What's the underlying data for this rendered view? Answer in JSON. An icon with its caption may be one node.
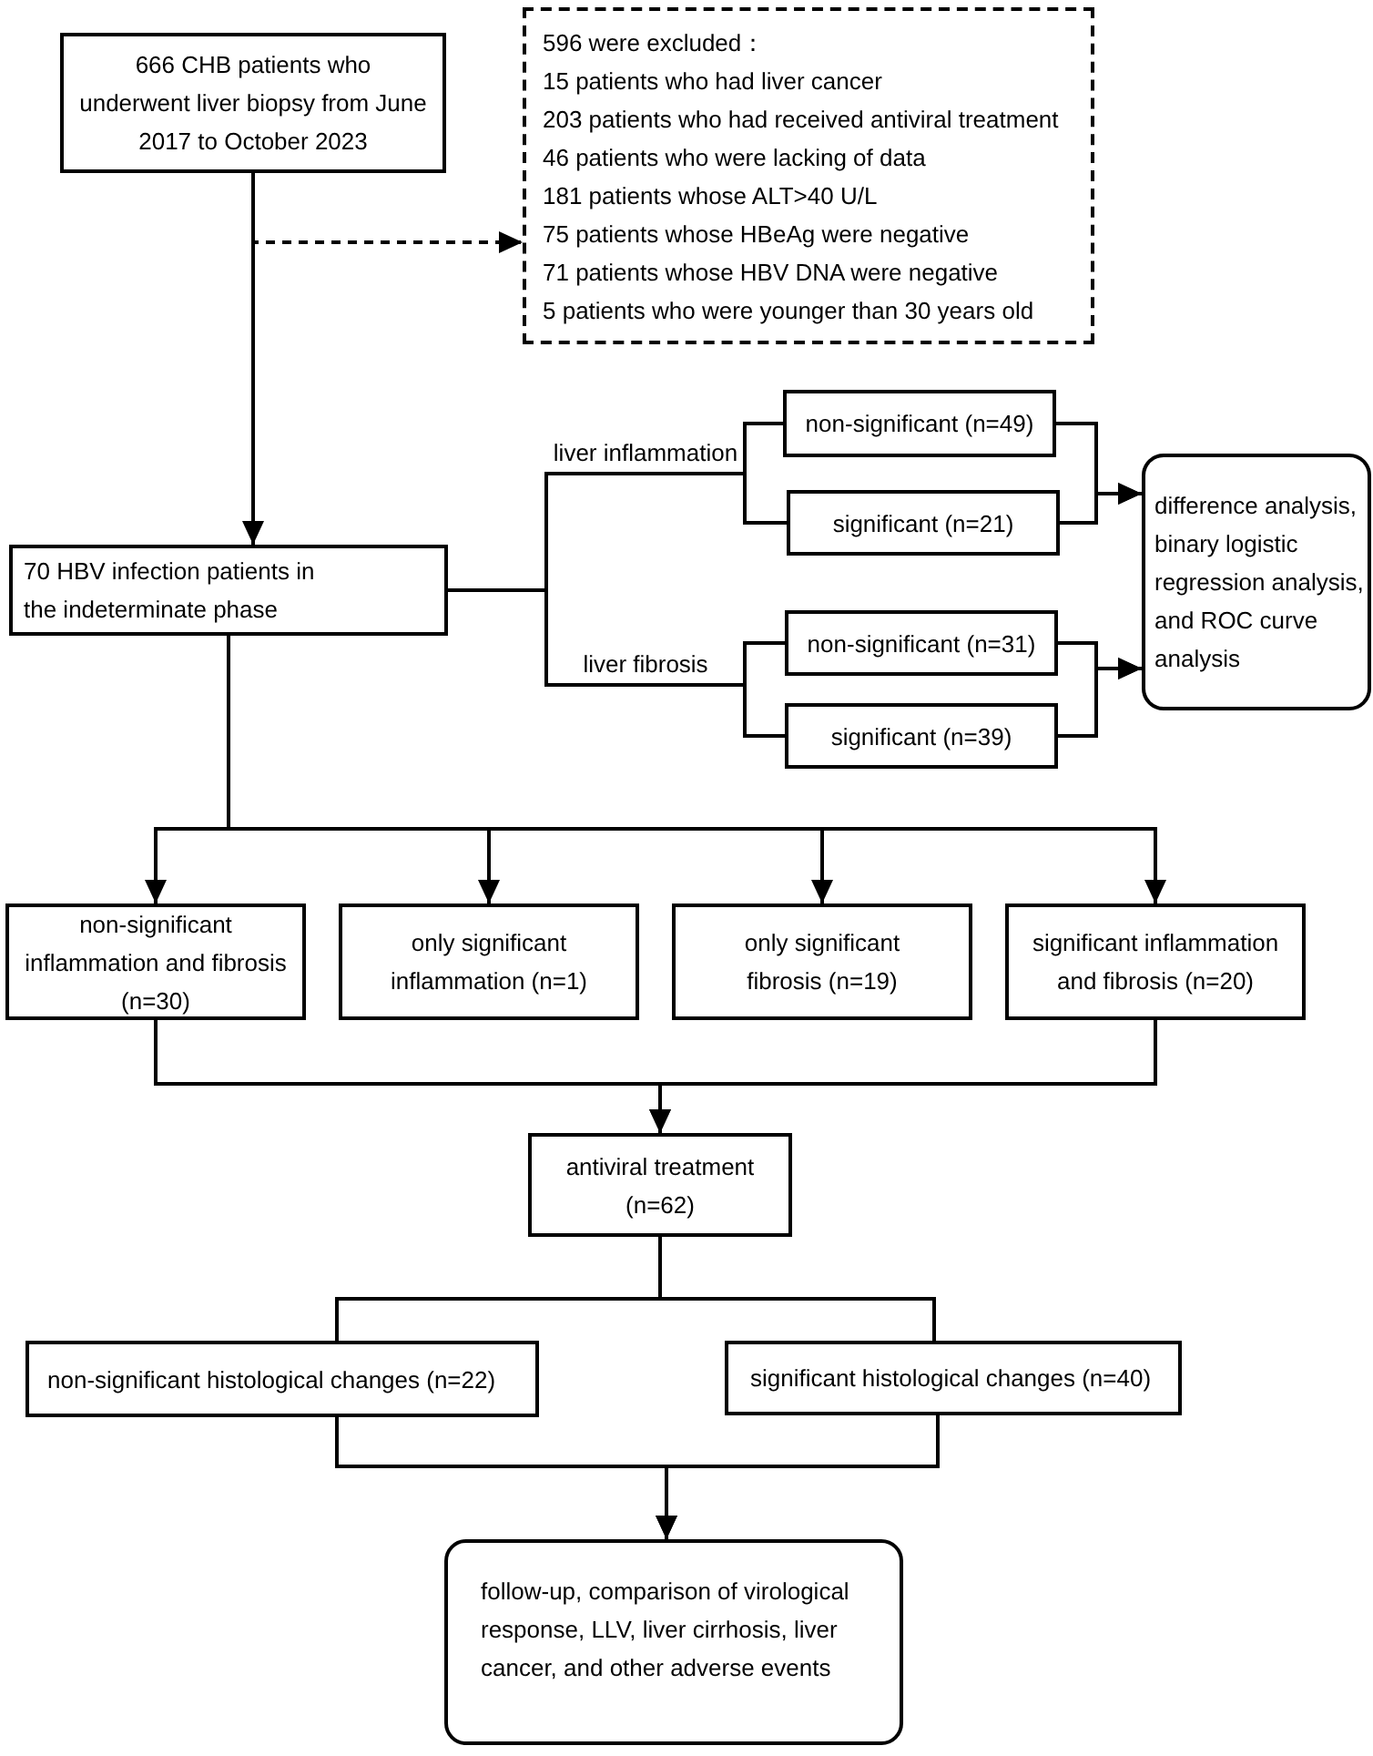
{
  "diagram": {
    "nodes": [
      {
        "text": [
          "666 CHB patients who underwent liver biopsy from June 2017 to October 2023"
        ]
      },
      {
        "text": [
          "596 were excluded：",
          "15 patients who had liver cancer",
          "203 patients who had received antiviral treatment",
          "46 patients who were lacking of data",
          "181 patients whose ALT>40 U/L",
          "75 patients whose HBeAg were negative",
          "71 patients whose HBV DNA were negative",
          "5 patients who were younger than 30 years old"
        ]
      },
      {
        "text": [
          "70 HBV infection patients in the indeterminate phase"
        ]
      },
      {
        "text": [
          "non-significant (n=49)"
        ]
      },
      {
        "text": [
          "significant (n=21)"
        ]
      },
      {
        "text": [
          "non-significant (n=31)"
        ]
      },
      {
        "text": [
          "significant (n=39)"
        ]
      },
      {
        "text": [
          "difference analysis, binary logistic regression analysis, and ROC curve analysis"
        ]
      },
      {
        "text": [
          "non-significant inflammation and fibrosis (n=30)"
        ]
      },
      {
        "text": [
          "only significant inflammation (n=1)"
        ]
      },
      {
        "text": [
          "only significant fibrosis (n=19)"
        ]
      },
      {
        "text": [
          "significant inflammation and fibrosis (n=20)"
        ]
      },
      {
        "text": [
          "antiviral treatment (n=62)"
        ]
      },
      {
        "text": [
          "non-significant histological changes (n=22)"
        ]
      },
      {
        "text": [
          "significant histological changes (n=40)"
        ]
      },
      {
        "text": [
          "follow-up, comparison of virological response, LLV, liver cirrhosis, liver cancer, and other adverse events"
        ]
      }
    ],
    "edges": [
      {
        "from": 0,
        "to": 2,
        "arrow": "to"
      },
      {
        "from": 0,
        "to": 1,
        "arrow": "to",
        "style": "dashed"
      },
      {
        "from": 2,
        "to": 3,
        "arrow": "none",
        "label": "liver inflammation"
      },
      {
        "from": 2,
        "to": 4,
        "arrow": "none"
      },
      {
        "from": 2,
        "to": 5,
        "arrow": "none",
        "label": "liver fibrosis"
      },
      {
        "from": 2,
        "to": 6,
        "arrow": "none"
      },
      {
        "from": 3,
        "to": 7,
        "arrow": "to"
      },
      {
        "from": 4,
        "to": 7,
        "arrow": "to"
      },
      {
        "from": 5,
        "to": 7,
        "arrow": "to"
      },
      {
        "from": 6,
        "to": 7,
        "arrow": "to"
      },
      {
        "from": 2,
        "to": 8,
        "arrow": "to"
      },
      {
        "from": 2,
        "to": 9,
        "arrow": "to"
      },
      {
        "from": 2,
        "to": 10,
        "arrow": "to"
      },
      {
        "from": 2,
        "to": 11,
        "arrow": "to"
      },
      {
        "from": 8,
        "to": 12,
        "arrow": "to"
      },
      {
        "from": 11,
        "to": 12,
        "arrow": "to"
      },
      {
        "from": 12,
        "to": 13,
        "arrow": "none"
      },
      {
        "from": 12,
        "to": 14,
        "arrow": "none"
      },
      {
        "from": 13,
        "to": 15,
        "arrow": "to"
      },
      {
        "from": 14,
        "to": 15,
        "arrow": "to"
      }
    ]
  }
}
